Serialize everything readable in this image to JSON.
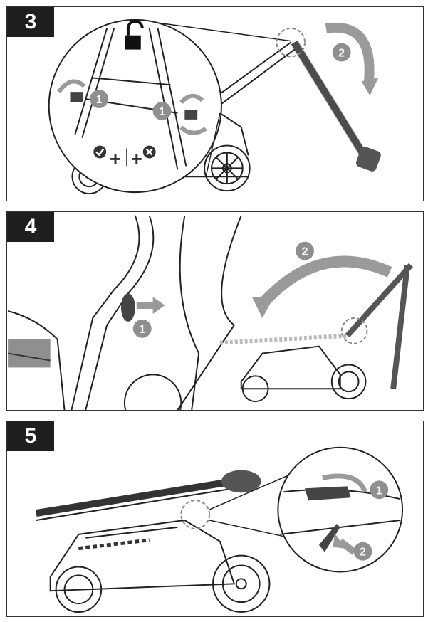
{
  "steps": [
    {
      "number": "3",
      "callouts": [
        "1",
        "1",
        "2"
      ]
    },
    {
      "number": "4",
      "callouts": [
        "1",
        "2"
      ]
    },
    {
      "number": "5",
      "callouts": [
        "1",
        "2"
      ]
    }
  ],
  "icons": {
    "unlock": "unlock-icon",
    "correct": "check-circle-icon",
    "incorrect": "x-circle-icon"
  },
  "colors": {
    "badge": "#1f1f1f",
    "callout": "#8f8f8f",
    "arrow": "#9a9a9a",
    "line": "#222222",
    "handle": "#5a5a5a"
  }
}
